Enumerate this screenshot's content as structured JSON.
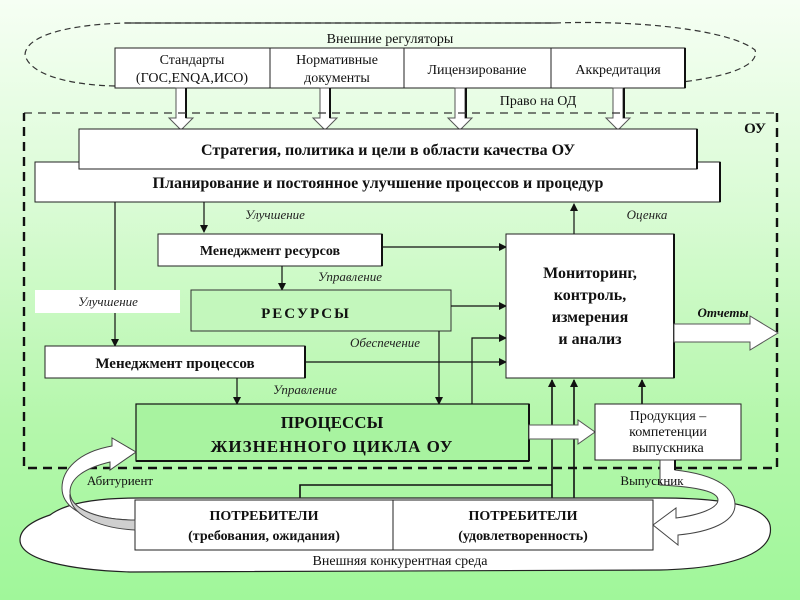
{
  "external_regulators": {
    "title": "Внешние регуляторы",
    "items": [
      {
        "line1": "Стандарты",
        "line2": "(ГОС,ENQA,ИСО)"
      },
      {
        "line1": "Нормативные",
        "line2": "документы"
      },
      {
        "line1": "Лицензирование",
        "line2": ""
      },
      {
        "line1": "Аккредитация",
        "line2": ""
      }
    ],
    "right_label": "Право на ОД"
  },
  "organization": {
    "label": "ОУ",
    "strategy": "Стратегия, политика и цели в области качества ОУ",
    "planning": "Планирование и постоянное улучшение процессов и процедур",
    "resource_management": "Менеджмент ресурсов",
    "resources": "РЕСУРСЫ",
    "process_management": "Менеджмент процессов",
    "lifecycle": {
      "line1": "ПРОЦЕССЫ",
      "line2": "ЖИЗНЕННОГО ЦИКЛА ОУ"
    },
    "monitoring": [
      "Мониторинг,",
      "контроль,",
      "измерения",
      "и анализ"
    ],
    "product": [
      "Продукция –",
      "компетенции",
      "выпускника"
    ]
  },
  "flow_labels": {
    "improvement_top": "Улучшение",
    "evaluation": "Оценка",
    "control_1": "Управление",
    "improvement_left": "Улучшение",
    "provision": "Обеспечение",
    "control_2": "Управление",
    "reports": "Отчеты",
    "applicant": "Абитуриент",
    "graduate": "Выпускник"
  },
  "environment": {
    "title": "Внешняя конкурентная среда",
    "consumers_left": {
      "line1": "ПОТРЕБИТЕЛИ",
      "line2": "(требования, ожидания)"
    },
    "consumers_right": {
      "line1": "ПОТРЕБИТЕЛИ",
      "line2": "(удовлетворенность)"
    }
  },
  "colors": {
    "background_top": "#f6fff4",
    "background_bottom": "#a0f79a",
    "box_fill": "#ffffff",
    "lifecycle_fill": "#a8f3a0"
  }
}
